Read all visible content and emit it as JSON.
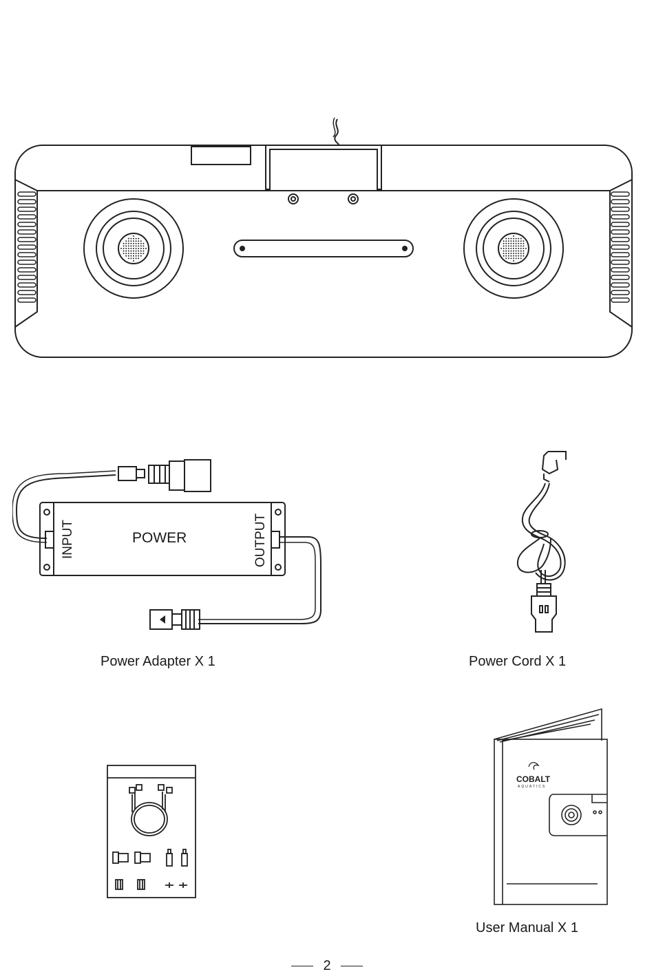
{
  "adapter": {
    "input_label": "INPUT",
    "power_label": "POWER",
    "output_label": "OUTPUT"
  },
  "manual_cover": {
    "brand": "COBALT",
    "sub_brand": "AQUATICS"
  },
  "captions": {
    "power_adapter": "Power Adapter X 1",
    "power_cord": "Power Cord X 1",
    "user_manual": "User Manual X 1"
  },
  "page_number": "2"
}
